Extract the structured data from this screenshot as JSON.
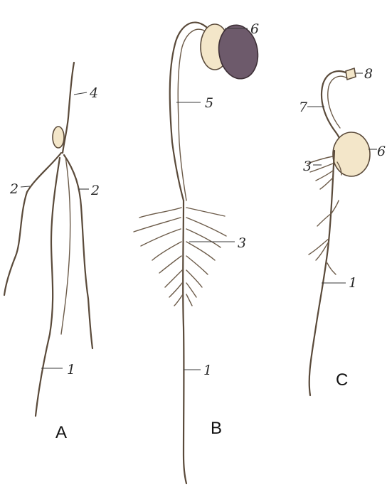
{
  "seedlings": [
    {
      "id": "A",
      "label": "A",
      "callouts": [
        "4",
        "2",
        "2",
        "1"
      ]
    },
    {
      "id": "B",
      "label": "B",
      "callouts": [
        "6",
        "5",
        "3",
        "1"
      ]
    },
    {
      "id": "C",
      "label": "C",
      "callouts": [
        "8",
        "7",
        "6",
        "3",
        "1"
      ]
    }
  ],
  "colors": {
    "stroke": "#5a4a3a",
    "organ_fill": "#f3e6c9",
    "seed_coat": "#6d5a6b",
    "text": "#2a2a2a"
  }
}
